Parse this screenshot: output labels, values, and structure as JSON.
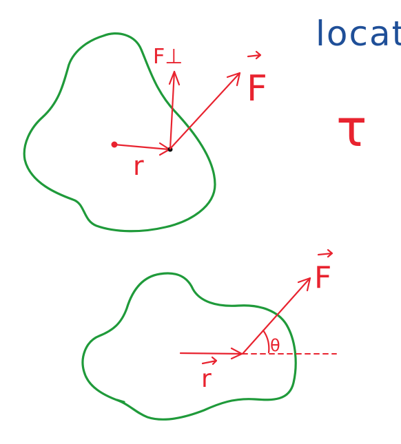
{
  "colors": {
    "ink_red": "#e8232f",
    "ink_green": "#1f9a3a",
    "ink_blue": "#1f4f98",
    "ink_black": "#111111",
    "background": "#ffffff"
  },
  "header_text": "locat",
  "tau_symbol": "τ",
  "top_diagram": {
    "perp_force_label": "F⊥",
    "force_label": "F",
    "radius_label": "r"
  },
  "bottom_diagram": {
    "force_label": "F",
    "radius_label": "r",
    "angle_label": "θ"
  }
}
